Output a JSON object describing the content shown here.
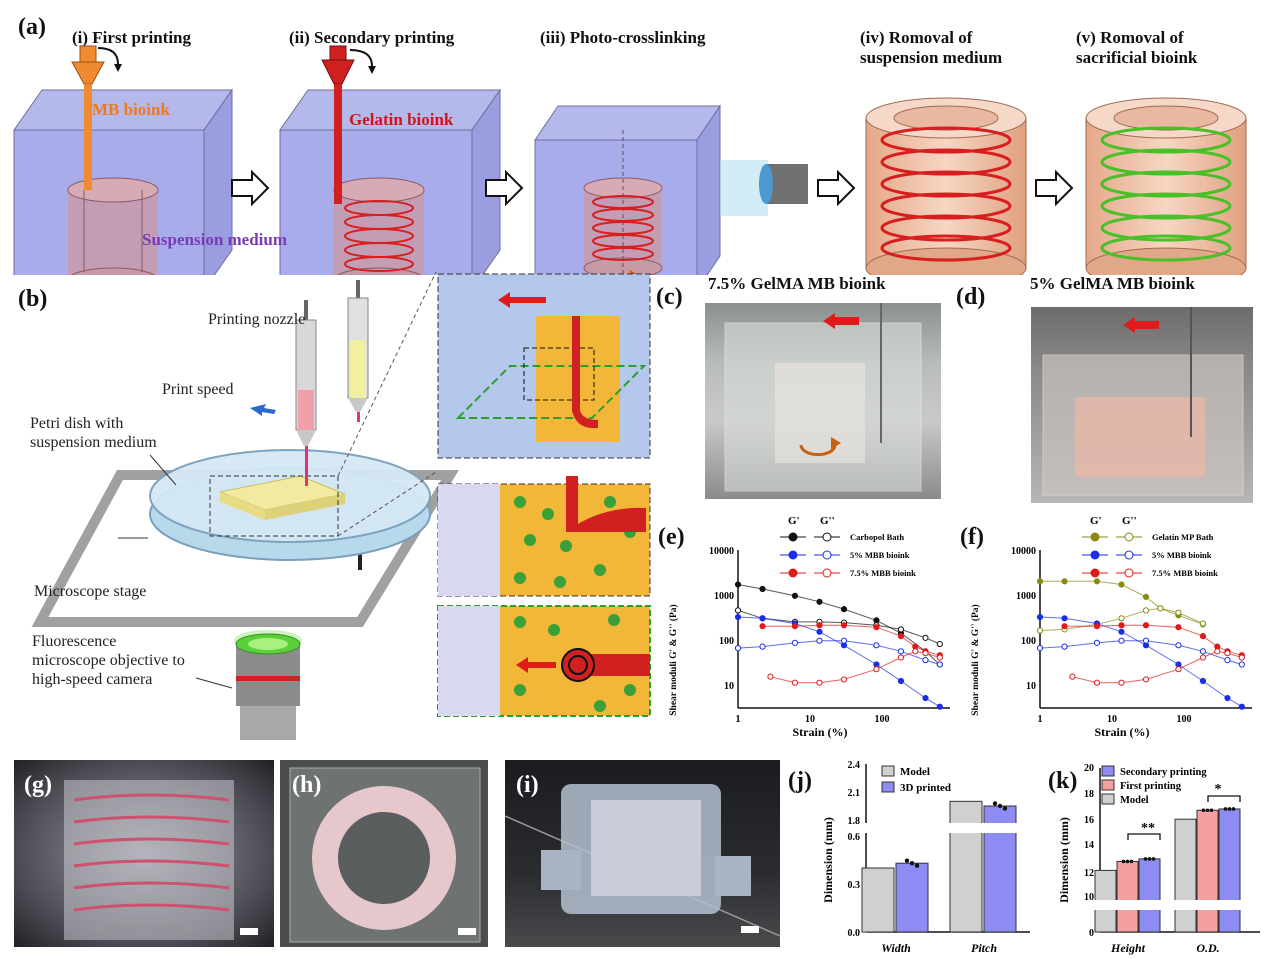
{
  "panel_a": {
    "label": "(a)",
    "steps": [
      "(i) First printing",
      "(ii) Secondary printing",
      "(iii) Photo-crosslinking",
      "(iv) Romoval of",
      "suspension medium",
      "(v) Romoval of",
      "sacrificial bioink"
    ],
    "mb_bioink": "MB bioink",
    "gelatin_bioink": "Gelatin bioink",
    "suspension_medium": "Suspension medium"
  },
  "panel_b": {
    "label": "(b)",
    "printing_nozzle": "Printing nozzle",
    "print_speed": "Print speed",
    "petri_1": "Petri dish with",
    "petri_2": "suspension medium",
    "stage": "Microscope stage",
    "fluo_1": "Fluorescence",
    "fluo_2": "microscope objective to",
    "fluo_3": "high-speed camera"
  },
  "panel_c": {
    "label": "(c)",
    "title": "7.5% GelMA MB bioink"
  },
  "panel_d": {
    "label": "(d)",
    "title": "5% GelMA MB bioink"
  },
  "panel_e": {
    "label": "(e)",
    "legend_head_g1": "G'",
    "legend_head_g2": "G''",
    "legend": [
      "Carbopol Bath",
      "5% MBB bioink",
      "7.5% MBB bioink"
    ],
    "ylabel": "Shear moduli G' & G'' (Pa)",
    "xlabel": "Strain (%)"
  },
  "panel_f": {
    "label": "(f)",
    "legend_head_g1": "G'",
    "legend_head_g2": "G''",
    "legend": [
      "Gelatin MP Bath",
      "5% MBB bioink",
      "7.5% MBB bioink"
    ],
    "ylabel": "Shear moduli G' & G'' (Pa)",
    "xlabel": "Strain (%)"
  },
  "panel_g": {
    "label": "(g)"
  },
  "panel_h": {
    "label": "(h)"
  },
  "panel_i": {
    "label": "(i)"
  },
  "panel_j": {
    "label": "(j)",
    "ylabel": "Dimension (mm)",
    "legend": [
      "Model",
      "3D printed"
    ],
    "categories": [
      "Width",
      "Pitch"
    ],
    "yticks": [
      "0.0",
      "0.3",
      "0.6",
      "1.8",
      "2.1",
      "2.4"
    ]
  },
  "panel_k": {
    "label": "(k)",
    "ylabel": "Dimension (mm)",
    "legend": [
      "Secondary printing",
      "First printing",
      "Model"
    ],
    "categories": [
      "Height",
      "O.D."
    ],
    "yticks": [
      "0",
      "10",
      "12",
      "14",
      "16",
      "18",
      "20"
    ],
    "sig1": "**",
    "sig2": "*"
  },
  "axis_ticks": {
    "y": [
      "10",
      "100",
      "1000",
      "10000"
    ],
    "x": [
      "1",
      "10",
      "100"
    ]
  },
  "chart_data": [
    {
      "type": "scatter",
      "panel": "e",
      "xlabel": "Strain (%)",
      "ylabel": "Shear moduli G' & G'' (Pa)",
      "x_scale": "log",
      "y_scale": "log",
      "xlim": [
        1,
        400
      ],
      "ylim": [
        3,
        10000
      ],
      "series": [
        {
          "name": "Carbopol Bath",
          "modulus": "G'",
          "color": "#111111",
          "filled": true,
          "x": [
            1,
            2,
            5,
            10,
            20,
            50,
            100,
            200,
            300
          ],
          "y": [
            1700,
            1350,
            950,
            700,
            480,
            270,
            140,
            55,
            28
          ]
        },
        {
          "name": "Carbopol Bath",
          "modulus": "G''",
          "color": "#111111",
          "filled": false,
          "x": [
            1,
            2,
            5,
            10,
            20,
            50,
            100,
            200,
            300
          ],
          "y": [
            450,
            300,
            250,
            250,
            240,
            210,
            170,
            110,
            80
          ]
        },
        {
          "name": "5% MBB bioink",
          "modulus": "G'",
          "color": "#1a2ee6",
          "filled": true,
          "x": [
            1,
            2,
            5,
            10,
            20,
            50,
            100,
            200,
            300
          ],
          "y": [
            320,
            300,
            230,
            150,
            75,
            28,
            12,
            5,
            3.2
          ]
        },
        {
          "name": "5% MBB bioink",
          "modulus": "G''",
          "color": "#1a2ee6",
          "filled": false,
          "x": [
            1,
            2,
            5,
            10,
            20,
            50,
            100,
            200,
            300
          ],
          "y": [
            65,
            70,
            85,
            95,
            95,
            75,
            55,
            35,
            28
          ]
        },
        {
          "name": "7.5% MBB bioink",
          "modulus": "G'",
          "color": "#e01b1b",
          "filled": true,
          "x": [
            2,
            5,
            10,
            20,
            50,
            100,
            150,
            200,
            300
          ],
          "y": [
            200,
            200,
            210,
            210,
            190,
            120,
            70,
            55,
            45
          ]
        },
        {
          "name": "7.5% MBB bioink",
          "modulus": "G''",
          "color": "#e01b1b",
          "filled": false,
          "x": [
            2.5,
            5,
            10,
            20,
            50,
            100,
            150,
            200,
            300
          ],
          "y": [
            15,
            11,
            11,
            13,
            22,
            40,
            55,
            50,
            40
          ]
        }
      ]
    },
    {
      "type": "scatter",
      "panel": "f",
      "xlabel": "Strain (%)",
      "ylabel": "Shear moduli G' & G'' (Pa)",
      "x_scale": "log",
      "y_scale": "log",
      "xlim": [
        1,
        400
      ],
      "ylim": [
        3,
        10000
      ],
      "series": [
        {
          "name": "Gelatin MP Bath",
          "modulus": "G'",
          "color": "#8a8a10",
          "filled": true,
          "x": [
            1,
            2,
            5,
            10,
            20,
            30,
            50,
            100
          ],
          "y": [
            2000,
            2000,
            2000,
            1700,
            900,
            500,
            350,
            220
          ]
        },
        {
          "name": "Gelatin MP Bath",
          "modulus": "G''",
          "color": "#8a8a10",
          "filled": false,
          "x": [
            1,
            2,
            5,
            10,
            20,
            30,
            50,
            100
          ],
          "y": [
            160,
            170,
            220,
            300,
            450,
            500,
            400,
            230
          ]
        },
        {
          "name": "5% MBB bioink",
          "modulus": "G'",
          "color": "#1a2ee6",
          "filled": true,
          "x": [
            1,
            2,
            5,
            10,
            20,
            50,
            100,
            200,
            300
          ],
          "y": [
            320,
            300,
            230,
            150,
            75,
            28,
            12,
            5,
            3.2
          ]
        },
        {
          "name": "5% MBB bioink",
          "modulus": "G''",
          "color": "#1a2ee6",
          "filled": false,
          "x": [
            1,
            2,
            5,
            10,
            20,
            50,
            100,
            200,
            300
          ],
          "y": [
            65,
            70,
            85,
            95,
            95,
            75,
            55,
            35,
            28
          ]
        },
        {
          "name": "7.5% MBB bioink",
          "modulus": "G'",
          "color": "#e01b1b",
          "filled": true,
          "x": [
            2,
            5,
            10,
            20,
            50,
            100,
            150,
            200,
            300
          ],
          "y": [
            200,
            200,
            210,
            210,
            190,
            120,
            70,
            55,
            45
          ]
        },
        {
          "name": "7.5% MBB bioink",
          "modulus": "G''",
          "color": "#e01b1b",
          "filled": false,
          "x": [
            2.5,
            5,
            10,
            20,
            50,
            100,
            150,
            200,
            300
          ],
          "y": [
            15,
            11,
            11,
            13,
            22,
            40,
            55,
            50,
            40
          ]
        }
      ]
    },
    {
      "type": "bar",
      "panel": "j",
      "ylabel": "Dimension (mm)",
      "categories": [
        "Width",
        "Pitch"
      ],
      "axis_break": [
        0.6,
        1.8
      ],
      "ylim": [
        0,
        2.4
      ],
      "series": [
        {
          "name": "Model",
          "color": "#d0d0d0",
          "values": [
            0.4,
            2.0
          ]
        },
        {
          "name": "3D printed",
          "color": "#8c8cf2",
          "values": [
            0.43,
            1.95
          ]
        }
      ]
    },
    {
      "type": "bar",
      "panel": "k",
      "ylabel": "Dimension (mm)",
      "categories": [
        "Height",
        "O.D."
      ],
      "axis_break": [
        0,
        10
      ],
      "ylim": [
        0,
        20
      ],
      "series": [
        {
          "name": "Model",
          "color": "#d0d0d0",
          "values": [
            12.0,
            16.0
          ]
        },
        {
          "name": "First printing",
          "color": "#f5a0a0",
          "values": [
            12.7,
            16.7
          ]
        },
        {
          "name": "Secondary printing",
          "color": "#8c8cf2",
          "values": [
            12.9,
            16.8
          ]
        }
      ]
    }
  ]
}
